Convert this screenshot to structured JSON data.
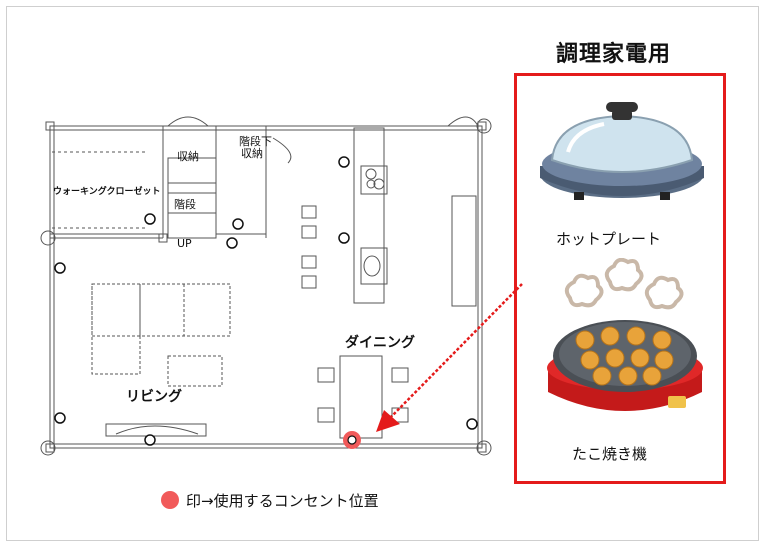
{
  "panel": {
    "title": "調理家電用",
    "appliances": [
      {
        "label": "ホットプレート",
        "icon": "hot-plate-illustration"
      },
      {
        "label": "たこ焼き機",
        "icon": "takoyaki-maker-illustration"
      }
    ]
  },
  "floor_plan": {
    "rooms": {
      "walk_in_closet": "ウォーキングクローゼット",
      "storage": "収納",
      "under_stairs_storage_line1": "階段下",
      "under_stairs_storage_line2": "収納",
      "stairs": "階段",
      "up": "UP",
      "dining": "ダイニング",
      "living": "リビング"
    }
  },
  "legend": {
    "text": "印→使用するコンセント位置",
    "color": "#f15a5a"
  },
  "colors": {
    "accent_red": "#e41b1b",
    "outlet_highlight": "#f15a5a"
  }
}
